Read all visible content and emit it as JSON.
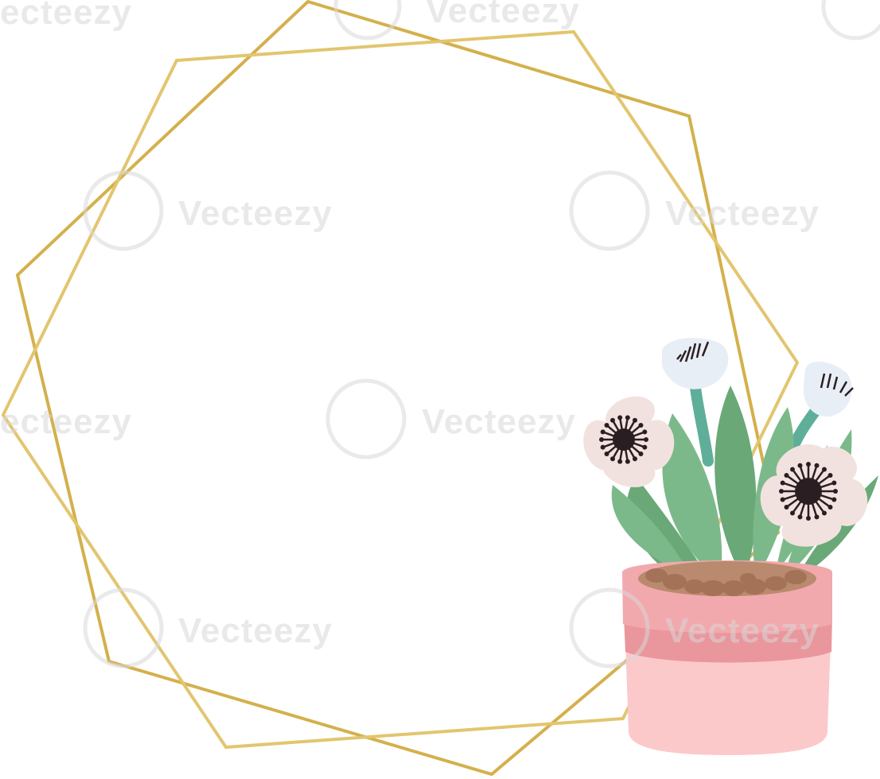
{
  "image": {
    "subject": "gold-geometric-frame-with-potted-flowers",
    "background": "#ffffff"
  },
  "colors": {
    "frame_gold": "#e2c56f",
    "frame_gold_dark": "#d4b04c",
    "leaf_green": "#7cb98a",
    "leaf_green_dark": "#6aa878",
    "stem_teal": "#5fae9a",
    "pot_pink_top": "#f2a9ad",
    "pot_pink_band": "#e9979d",
    "pot_pink_bottom": "#fcc9cb",
    "soil_brown": "#b98a6e",
    "soil_dark": "#a37257",
    "petal_blush": "#f2e2df",
    "petal_pale_blue": "#e8eef6",
    "flower_center": "#2b1e22",
    "watermark": "#d8d8d8"
  },
  "watermark": {
    "text": "Vecteezy",
    "partial_text": "ecteezy"
  },
  "icons": {
    "watermark_logo": "vecteezy-v-logo-icon"
  }
}
